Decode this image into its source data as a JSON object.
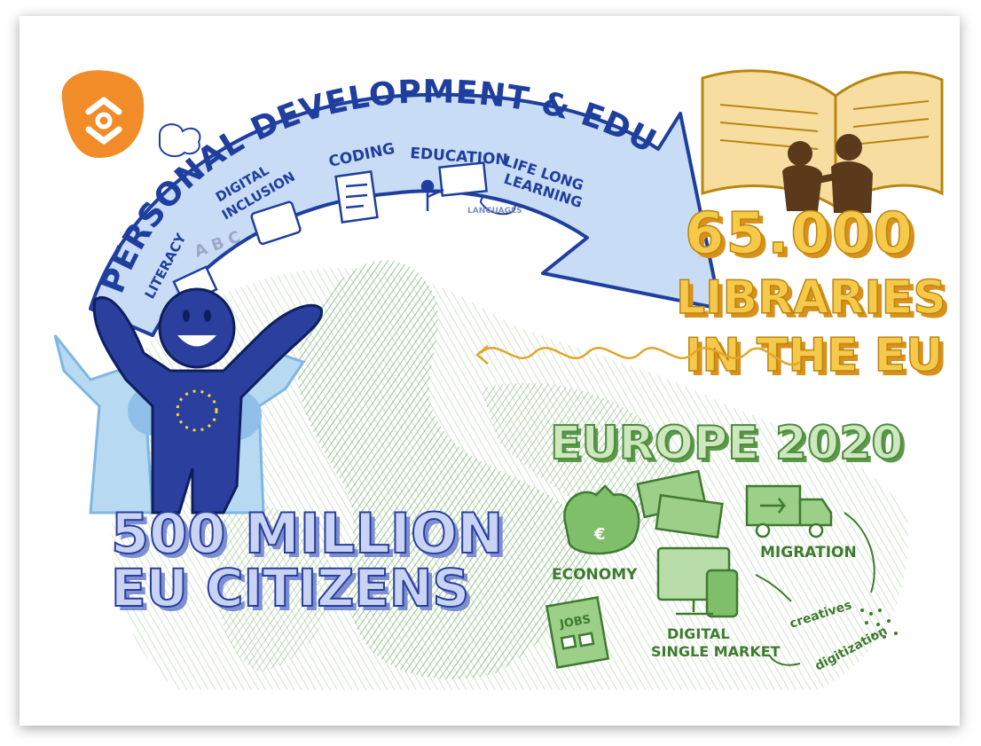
{
  "arc": {
    "title": "PERSONAL DEVELOPMENT & EDUCATION",
    "topics": {
      "literacy": "LITERACY",
      "digital_inclusion_1": "DIGITAL",
      "digital_inclusion_2": "INCLUSION",
      "coding": "CODING",
      "education": "EDUCATION",
      "life_long_1": "LIFE LONG",
      "life_long_2": "LEARNING",
      "languages": "LANGUAGES"
    },
    "letters": "A B C"
  },
  "libraries": {
    "line1": "65.000",
    "line2": "LIBRARIES",
    "line3": "IN THE EU"
  },
  "citizens": {
    "line1": "500 MILLION",
    "line2": "EU CITIZENS"
  },
  "europe2020": {
    "title": "EUROPE 2020",
    "economy": "ECONOMY",
    "migration": "MIGRATION",
    "jobs": "JOBS",
    "dsm_1": "DIGITAL",
    "dsm_2": "SINGLE MARKET",
    "creatives": "creatives",
    "digitization": "digitization",
    "euro": "€"
  },
  "colors": {
    "logo_orange": "#f28c28",
    "arc_fill": "#c9dcf5",
    "arc_ink": "#1f3f9e",
    "library_yellow": "#f7c94a",
    "library_shadow": "#d9901c",
    "citizen_blue": "#2a3f9e",
    "europe_green": "#7fbf6a",
    "map_green": "#8fbf8a"
  }
}
